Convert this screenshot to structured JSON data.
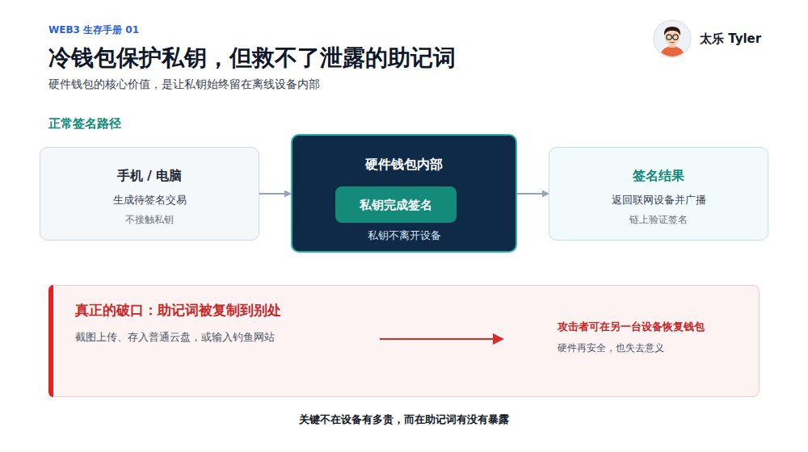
{
  "diagram": {
    "title": "冷钱包保护私钥，但救不了泄露的助记词",
    "caption": "关键不在设备有多贵，而在助记词有没有暴露",
    "nodes": [
      {
        "text": [
          "手机 / 电脑",
          "生成待签名交易",
          "不接触私钥"
        ]
      },
      {
        "text": [
          "硬件钱包内部",
          "私钥不离开设备"
        ]
      },
      {
        "text": [
          "私钥完成签名"
        ],
        "in": 1
      },
      {
        "text": [
          "签名结果",
          "返回联网设备并广播",
          "链上验证签名"
        ]
      },
      {
        "text": [
          "真正的破口：助记词被复制到别处",
          "截图上传、存入普通云盘，或输入钓鱼网站",
          "攻击者可在另一台设备恢复钱包",
          "硬件再安全，也失去意义"
        ]
      }
    ],
    "edges": [
      {
        "from": 0,
        "to": 1,
        "arrow": "to"
      },
      {
        "from": 1,
        "to": 3,
        "arrow": "to"
      }
    ],
    "labels": [
      "WEB3 生存手册 01",
      "硬件钱包的核心价值，是让私钥始终留在离线设备内部",
      "太乐 Tyler",
      "正常签名路径"
    ]
  }
}
